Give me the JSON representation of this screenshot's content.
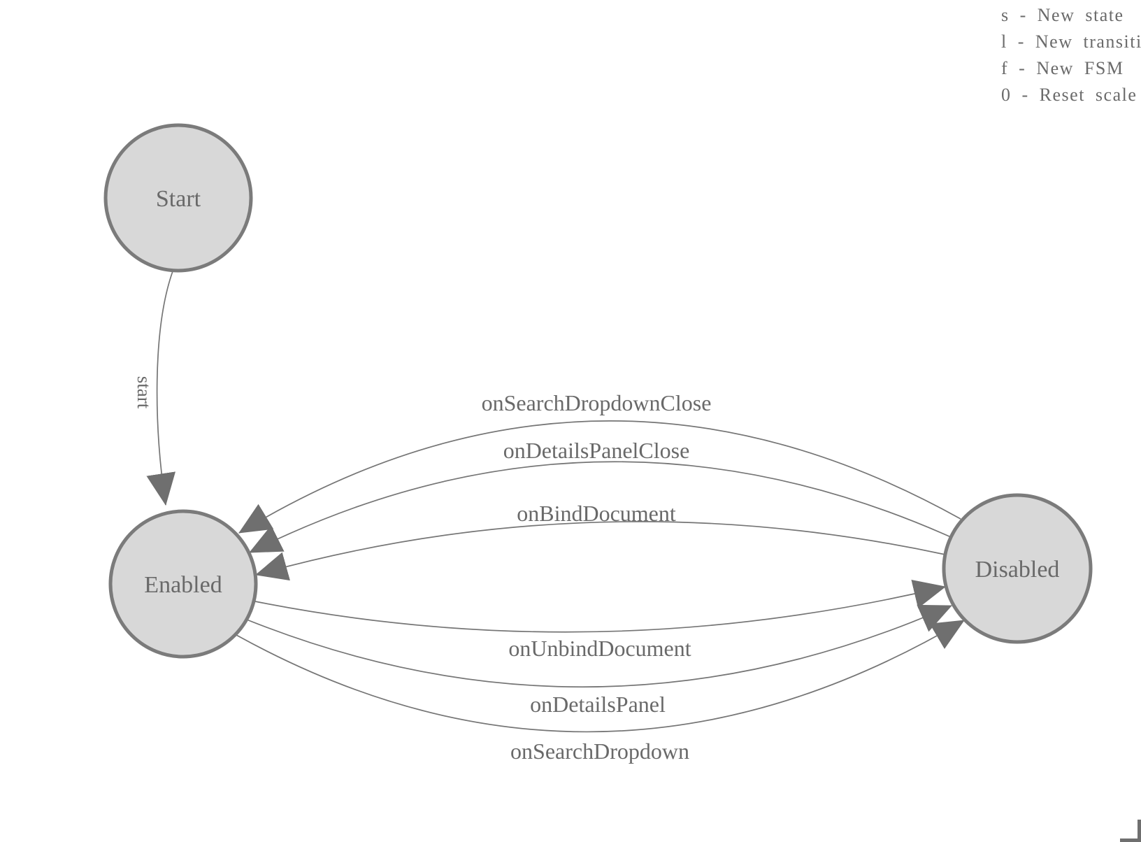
{
  "diagram": {
    "nodes": [
      {
        "id": "start-node",
        "label": "Start"
      },
      {
        "id": "enabled-node",
        "label": "Enabled"
      },
      {
        "id": "disabled-node",
        "label": "Disabled"
      }
    ],
    "edges": [
      {
        "from": "Start",
        "to": "Enabled",
        "label": "start"
      },
      {
        "from": "Disabled",
        "to": "Enabled",
        "label": "onSearchDropdownClose"
      },
      {
        "from": "Disabled",
        "to": "Enabled",
        "label": "onDetailsPanelClose"
      },
      {
        "from": "Disabled",
        "to": "Enabled",
        "label": "onBindDocument"
      },
      {
        "from": "Enabled",
        "to": "Disabled",
        "label": "onUnbindDocument"
      },
      {
        "from": "Enabled",
        "to": "Disabled",
        "label": "onDetailsPanel"
      },
      {
        "from": "Enabled",
        "to": "Disabled",
        "label": "onSearchDropdown"
      }
    ]
  },
  "legend": {
    "lines": [
      "s - New state",
      "l - New transition",
      "f - New FSM",
      "0 - Reset scale"
    ]
  },
  "colors": {
    "background": "#ffffff",
    "node_fill": "#d8d8d8",
    "node_stroke": "#7b7b7b",
    "edge_stroke": "#757575",
    "arrow_fill": "#6f6f6f",
    "text": "#696969"
  }
}
